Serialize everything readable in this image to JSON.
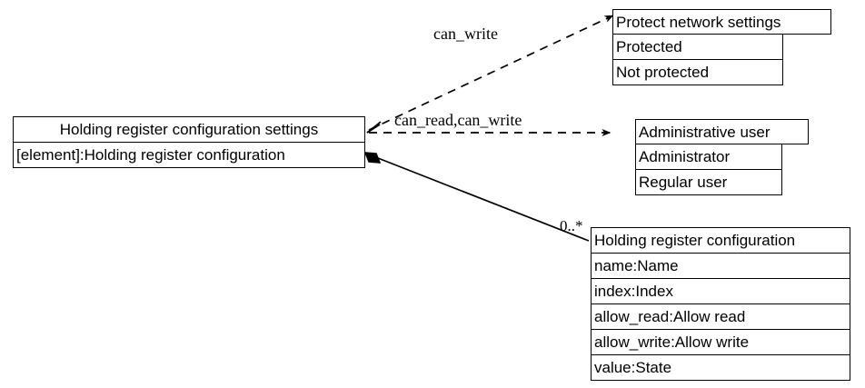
{
  "diagram": {
    "type": "uml-class-diagram",
    "background_color": "#ffffff",
    "line_color": "#000000",
    "text_color": "#000000",
    "classes": [
      {
        "id": "holding-register-configuration-settings",
        "title": "Holding register configuration settings",
        "rows": [
          "[element]:Holding register configuration"
        ]
      },
      {
        "id": "protect-network-settings",
        "title": "Protect network settings",
        "rows": [
          "Protected",
          "Not protected"
        ]
      },
      {
        "id": "administrative-user",
        "title": "Administrative user",
        "rows": [
          "Administrator",
          "Regular user"
        ]
      },
      {
        "id": "holding-register-configuration",
        "title": "Holding register configuration",
        "rows": [
          "name:Name",
          "index:Index",
          "allow_read:Allow read",
          "allow_write:Allow write",
          "value:State"
        ]
      }
    ],
    "edges": [
      {
        "id": "edge-can-write",
        "from": "holding-register-configuration-settings",
        "to": "protect-network-settings",
        "style": "dashed",
        "arrow": "open-arrow",
        "label": "can_write"
      },
      {
        "id": "edge-can-read-can-write",
        "from": "holding-register-configuration-settings",
        "to": "administrative-user",
        "style": "dashed",
        "arrow": "open-arrow",
        "label": "can_read,can_write"
      },
      {
        "id": "edge-composition",
        "from": "holding-register-configuration-settings",
        "to": "holding-register-configuration",
        "style": "solid",
        "arrow": "filled-diamond",
        "label": "",
        "multiplicity": "0..*"
      }
    ]
  }
}
